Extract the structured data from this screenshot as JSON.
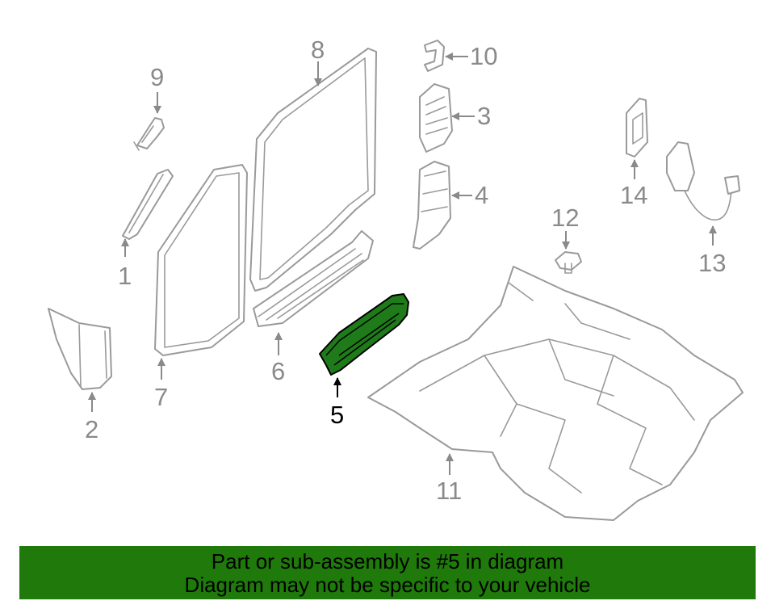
{
  "highlight_color": "#1f7a0b",
  "parts": [
    {
      "id": "1",
      "label": "1"
    },
    {
      "id": "2",
      "label": "2"
    },
    {
      "id": "3",
      "label": "3"
    },
    {
      "id": "4",
      "label": "4"
    },
    {
      "id": "5",
      "label": "5",
      "highlighted": true
    },
    {
      "id": "6",
      "label": "6"
    },
    {
      "id": "7",
      "label": "7"
    },
    {
      "id": "8",
      "label": "8"
    },
    {
      "id": "9",
      "label": "9"
    },
    {
      "id": "10",
      "label": "10"
    },
    {
      "id": "11",
      "label": "11"
    },
    {
      "id": "12",
      "label": "12"
    },
    {
      "id": "13",
      "label": "13"
    },
    {
      "id": "14",
      "label": "14"
    }
  ],
  "banner": {
    "line1": "Part or sub-assembly is #5 in diagram",
    "line2": "Diagram may not be specific to your vehicle"
  }
}
